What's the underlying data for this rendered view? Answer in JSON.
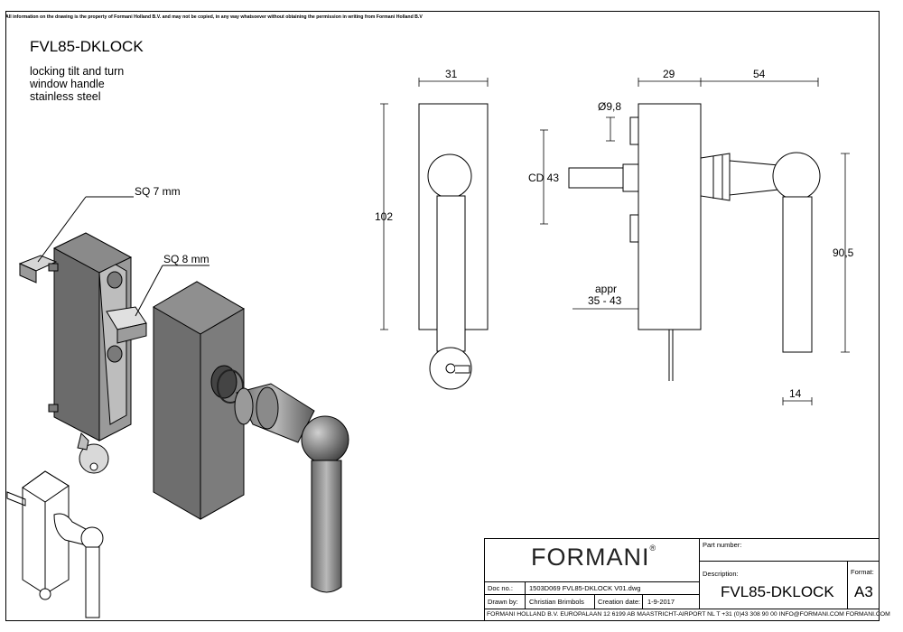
{
  "disclaimer": "All information on the drawing is the property of Formani Holland B.V. and may not be copied, in any way whatsoever without obtaining the permission in writing from Formani Holland B.V",
  "product_code": "FVL85-DKLOCK",
  "description_lines": [
    "locking tilt and turn",
    "window handle",
    "stainless steel"
  ],
  "callouts": {
    "sq7": "SQ 7 mm",
    "sq8": "SQ 8 mm"
  },
  "dimensions": {
    "front_width": "31",
    "front_height": "102",
    "side_base_width": "29",
    "side_lever_length": "54",
    "spindle_diameter": "Ø9,8",
    "center_distance": "CD 43",
    "lever_drop": "90,5",
    "lever_thickness": "14",
    "spindle_length_label": "appr",
    "spindle_length_range": "35 - 43"
  },
  "title_block": {
    "logo_text": "FORMANI",
    "logo_mark": "®",
    "part_number_label": "Part number:",
    "description_label": "Description:",
    "format_label": "Format:",
    "doc_no_label": "Doc no.:",
    "doc_no_value": "1503D069 FVL85-DKLOCK V01.dwg",
    "drawn_by_label": "Drawn by:",
    "drawn_by_value": "Christian Brimbols",
    "creation_date_label": "Creation date:",
    "creation_date_value": "1-9-2017",
    "title_value": "FVL85-DKLOCK",
    "format_value": "A3",
    "footer": "FORMANI HOLLAND B.V.  EUROPALAAN 12  6199 AB MAASTRICHT-AIRPORT NL  T +31 (0)43 308 90 00 INFO@FORMANI.COM FORMANI.COM"
  }
}
